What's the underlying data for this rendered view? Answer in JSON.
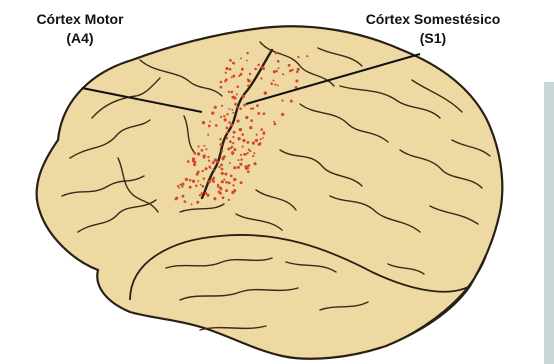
{
  "labels": {
    "motor_title": "Córtex Motor",
    "motor_abbr": "(A4)",
    "somato_title": "Córtex Somestésico",
    "somato_abbr": "(S1)"
  },
  "colors": {
    "brain_fill": "#efd9a3",
    "brain_outline": "#2a1f14",
    "dots": "#d4472a",
    "leader_line": "#111111",
    "right_bar": "#c9d6d8"
  }
}
